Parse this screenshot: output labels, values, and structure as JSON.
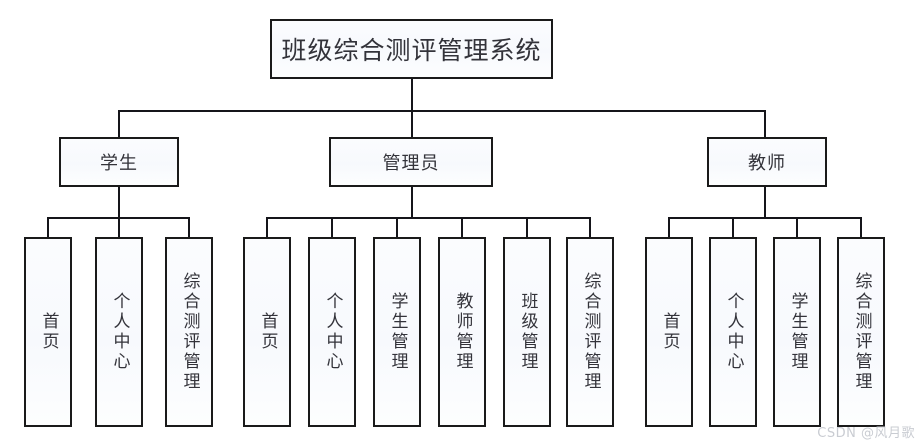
{
  "diagram": {
    "type": "organizational-tree",
    "title": "班级综合测评管理系统",
    "root": {
      "label": "班级综合测评管理系统"
    },
    "branches": [
      {
        "id": "student",
        "label": "学生",
        "children": [
          {
            "label": "首页"
          },
          {
            "label": "个人中心"
          },
          {
            "label": "综合测评管理"
          }
        ]
      },
      {
        "id": "admin",
        "label": "管理员",
        "children": [
          {
            "label": "首页"
          },
          {
            "label": "个人中心"
          },
          {
            "label": "学生管理"
          },
          {
            "label": "教师管理"
          },
          {
            "label": "班级管理"
          },
          {
            "label": "综合测评管理"
          }
        ]
      },
      {
        "id": "teacher",
        "label": "教师",
        "children": [
          {
            "label": "首页"
          },
          {
            "label": "个人中心"
          },
          {
            "label": "学生管理"
          },
          {
            "label": "综合测评管理"
          }
        ]
      }
    ]
  },
  "watermark": {
    "text": "CSDN @风月歌"
  },
  "colors": {
    "stroke": "#15151a",
    "node_fill": "#f8fafd",
    "text": "#33333a",
    "watermark": "#c9ccd2",
    "background": "#ffffff"
  }
}
